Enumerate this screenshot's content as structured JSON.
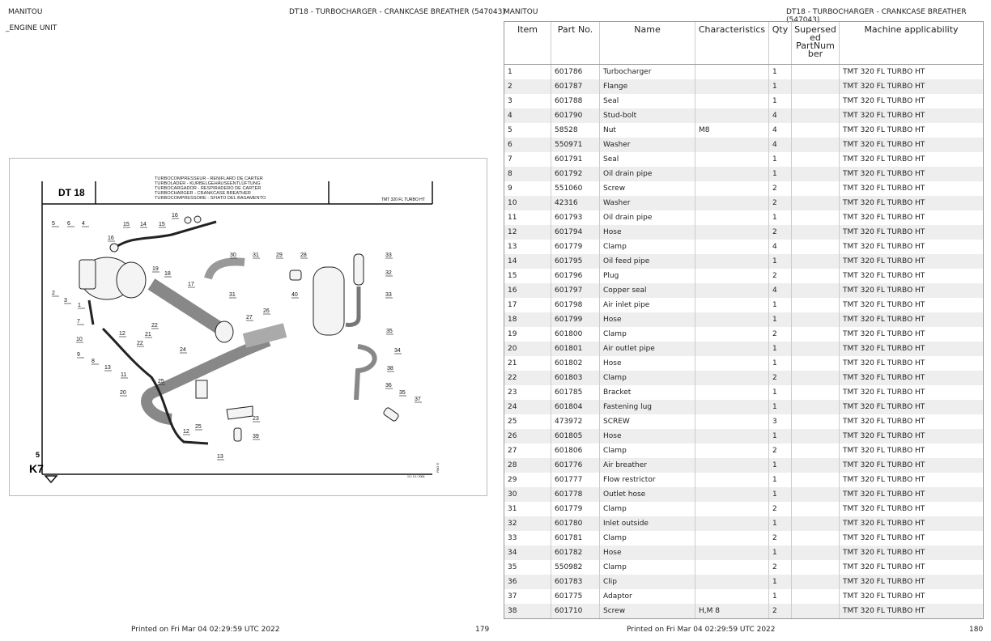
{
  "left_page": {
    "brand": "MANITOU",
    "title": "DT18 - TURBOCHARGER - CRANKCASE BREATHER (547043)",
    "section": "_ENGINE UNIT",
    "printed": "Printed on  Fri Mar 04 02:29:59 UTC 2022",
    "page_number": "179"
  },
  "right_page": {
    "brand": "MANITOU",
    "title": "DT18 - TURBOCHARGER - CRANKCASE BREATHER (547043)",
    "printed": "Printed on  Fri Mar 04 02:29:59 UTC 2022",
    "page_number": "180"
  },
  "diagram": {
    "code": "DT 18",
    "titles": [
      "TURBOCOMPRESSEUR - RENIFLARD DE CARTER",
      "TURBOLADER - KURBELGEHÄUSEENTLÜFTUNG",
      "TURBOCARGADOR - RESPIRADERO DE CARTER",
      "TURBOCHARGER - CRANKCASE BREATHER",
      "TURBOCOMPRESSORE - SFIATO DEL BASAMENTO"
    ],
    "model": "TMT 320 FL TURBO HT",
    "side_code_top": "5",
    "side_code_bottom": "K7",
    "date": "13 / 10 / 2006",
    "vertical_ref": "PAO ©",
    "callouts": [
      "5",
      "6",
      "4",
      "15",
      "14",
      "16",
      "15",
      "16",
      "19",
      "18",
      "17",
      "30",
      "31",
      "29",
      "28",
      "33",
      "32",
      "33",
      "31",
      "2",
      "3",
      "1",
      "7",
      "22",
      "21",
      "10",
      "9",
      "8",
      "13",
      "12",
      "22",
      "11",
      "24",
      "25",
      "20",
      "27",
      "26",
      "40",
      "35",
      "34",
      "38",
      "36",
      "35",
      "37",
      "23",
      "25",
      "12",
      "39",
      "13"
    ]
  },
  "table": {
    "headers": [
      "Item",
      "Part No.",
      "Name",
      "Characteristics",
      "Qty",
      "Supersed ed PartNum ber",
      "Machine applicability"
    ],
    "rows": [
      [
        "1",
        "601786",
        "Turbocharger",
        "",
        "1",
        "",
        "TMT 320 FL TURBO HT"
      ],
      [
        "2",
        "601787",
        "Flange",
        "",
        "1",
        "",
        "TMT 320 FL TURBO HT"
      ],
      [
        "3",
        "601788",
        "Seal",
        "",
        "1",
        "",
        "TMT 320 FL TURBO HT"
      ],
      [
        "4",
        "601790",
        "Stud-bolt",
        "",
        "4",
        "",
        "TMT 320 FL TURBO HT"
      ],
      [
        "5",
        "58528",
        "Nut",
        "M8",
        "4",
        "",
        "TMT 320 FL TURBO HT"
      ],
      [
        "6",
        "550971",
        "Washer",
        "",
        "4",
        "",
        "TMT 320 FL TURBO HT"
      ],
      [
        "7",
        "601791",
        "Seal",
        "",
        "1",
        "",
        "TMT 320 FL TURBO HT"
      ],
      [
        "8",
        "601792",
        "Oil drain pipe",
        "",
        "1",
        "",
        "TMT 320 FL TURBO HT"
      ],
      [
        "9",
        "551060",
        "Screw",
        "",
        "2",
        "",
        "TMT 320 FL TURBO HT"
      ],
      [
        "10",
        "42316",
        "Washer",
        "",
        "2",
        "",
        "TMT 320 FL TURBO HT"
      ],
      [
        "11",
        "601793",
        "Oil drain pipe",
        "",
        "1",
        "",
        "TMT 320 FL TURBO HT"
      ],
      [
        "12",
        "601794",
        "Hose",
        "",
        "2",
        "",
        "TMT 320 FL TURBO HT"
      ],
      [
        "13",
        "601779",
        "Clamp",
        "",
        "4",
        "",
        "TMT 320 FL TURBO HT"
      ],
      [
        "14",
        "601795",
        "Oil feed pipe",
        "",
        "1",
        "",
        "TMT 320 FL TURBO HT"
      ],
      [
        "15",
        "601796",
        "Plug",
        "",
        "2",
        "",
        "TMT 320 FL TURBO HT"
      ],
      [
        "16",
        "601797",
        "Copper seal",
        "",
        "4",
        "",
        "TMT 320 FL TURBO HT"
      ],
      [
        "17",
        "601798",
        "Air inlet pipe",
        "",
        "1",
        "",
        "TMT 320 FL TURBO HT"
      ],
      [
        "18",
        "601799",
        "Hose",
        "",
        "1",
        "",
        "TMT 320 FL TURBO HT"
      ],
      [
        "19",
        "601800",
        "Clamp",
        "",
        "2",
        "",
        "TMT 320 FL TURBO HT"
      ],
      [
        "20",
        "601801",
        "Air outlet pipe",
        "",
        "1",
        "",
        "TMT 320 FL TURBO HT"
      ],
      [
        "21",
        "601802",
        "Hose",
        "",
        "1",
        "",
        "TMT 320 FL TURBO HT"
      ],
      [
        "22",
        "601803",
        "Clamp",
        "",
        "2",
        "",
        "TMT 320 FL TURBO HT"
      ],
      [
        "23",
        "601785",
        "Bracket",
        "",
        "1",
        "",
        "TMT 320 FL TURBO HT"
      ],
      [
        "24",
        "601804",
        "Fastening lug",
        "",
        "1",
        "",
        "TMT 320 FL TURBO HT"
      ],
      [
        "25",
        "473972",
        "SCREW",
        "",
        "3",
        "",
        "TMT 320 FL TURBO HT"
      ],
      [
        "26",
        "601805",
        "Hose",
        "",
        "1",
        "",
        "TMT 320 FL TURBO HT"
      ],
      [
        "27",
        "601806",
        "Clamp",
        "",
        "2",
        "",
        "TMT 320 FL TURBO HT"
      ],
      [
        "28",
        "601776",
        "Air breather",
        "",
        "1",
        "",
        "TMT 320 FL TURBO HT"
      ],
      [
        "29",
        "601777",
        "Flow restrictor",
        "",
        "1",
        "",
        "TMT 320 FL TURBO HT"
      ],
      [
        "30",
        "601778",
        "Outlet hose",
        "",
        "1",
        "",
        "TMT 320 FL TURBO HT"
      ],
      [
        "31",
        "601779",
        "Clamp",
        "",
        "2",
        "",
        "TMT 320 FL TURBO HT"
      ],
      [
        "32",
        "601780",
        "Inlet outside",
        "",
        "1",
        "",
        "TMT 320 FL TURBO HT"
      ],
      [
        "33",
        "601781",
        "Clamp",
        "",
        "2",
        "",
        "TMT 320 FL TURBO HT"
      ],
      [
        "34",
        "601782",
        "Hose",
        "",
        "1",
        "",
        "TMT 320 FL TURBO HT"
      ],
      [
        "35",
        "550982",
        "Clamp",
        "",
        "2",
        "",
        "TMT 320 FL TURBO HT"
      ],
      [
        "36",
        "601783",
        "Clip",
        "",
        "1",
        "",
        "TMT 320 FL TURBO HT"
      ],
      [
        "37",
        "601775",
        "Adaptor",
        "",
        "1",
        "",
        "TMT 320 FL TURBO HT"
      ],
      [
        "38",
        "601710",
        "Screw",
        "H,M 8",
        "2",
        "",
        "TMT 320 FL TURBO HT"
      ]
    ]
  }
}
